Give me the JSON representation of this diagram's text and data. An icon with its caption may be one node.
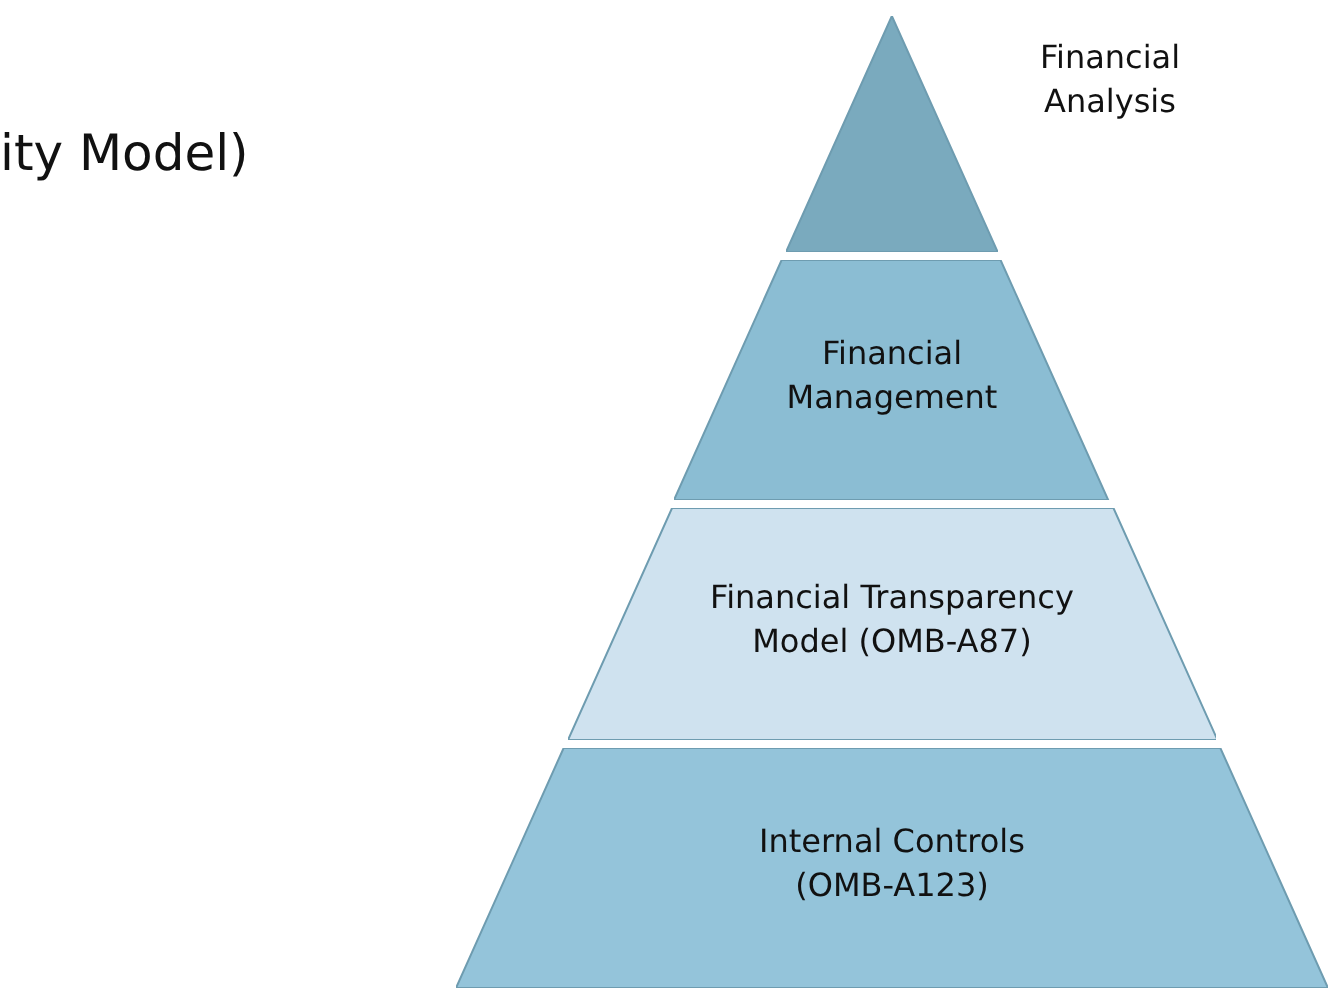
{
  "diagram": {
    "title": "ity Model)",
    "nodes": [
      {
        "text": [
          "Financial Analysis"
        ]
      },
      {
        "text": [
          "Financial Management"
        ]
      },
      {
        "text": [
          "Financial Transparency Model (OMB-A87)"
        ]
      },
      {
        "text": [
          "Internal Controls (OMB-A123)"
        ]
      }
    ]
  }
}
